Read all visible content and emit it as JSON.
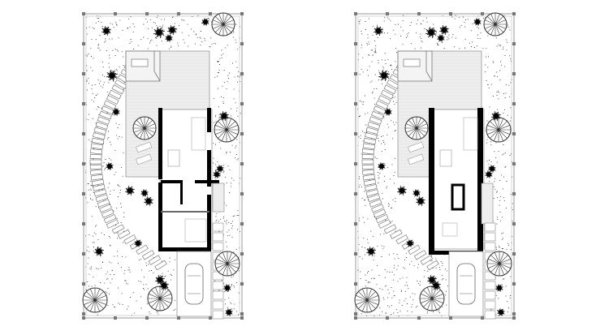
{
  "colors": {
    "background": "#ffffff",
    "line": "#555555",
    "wall": "#000000",
    "patio": "#eeeeee",
    "boundary": "#999999",
    "post": "#777777"
  },
  "plans": [
    {
      "id": "plan-left",
      "variant": "a"
    },
    {
      "id": "plan-right",
      "variant": "b"
    }
  ]
}
